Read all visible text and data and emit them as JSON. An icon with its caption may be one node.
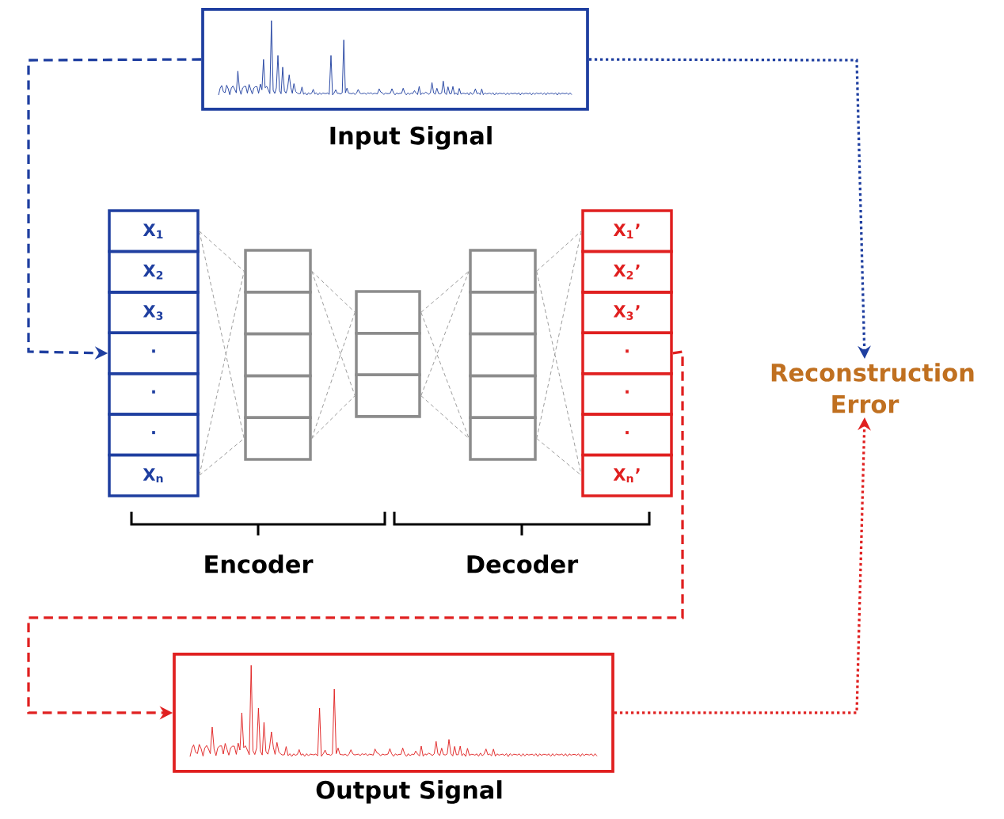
{
  "diagram": {
    "nodes": [
      {
        "text": [
          "Input Signal"
        ]
      },
      {
        "text": [
          "X$_{1}$"
        ]
      },
      {
        "text": [
          "X$_{2}$"
        ]
      },
      {
        "text": [
          "X$_{3}$"
        ]
      },
      {
        "text": [
          "·"
        ]
      },
      {
        "text": [
          "·"
        ]
      },
      {
        "text": [
          "·"
        ]
      },
      {
        "text": [
          "X$_{n}$"
        ]
      },
      {
        "text": [],
        "shape": "box"
      },
      {
        "text": [],
        "shape": "box"
      },
      {
        "text": [],
        "shape": "box"
      },
      {
        "text": [],
        "shape": "box"
      },
      {
        "text": [],
        "shape": "box"
      },
      {
        "text": [],
        "shape": "box"
      },
      {
        "text": [],
        "shape": "box"
      },
      {
        "text": [],
        "shape": "box"
      },
      {
        "text": [],
        "shape": "box"
      },
      {
        "text": [],
        "shape": "box"
      },
      {
        "text": [],
        "shape": "box"
      },
      {
        "text": [],
        "shape": "box"
      },
      {
        "text": [],
        "shape": "box"
      },
      {
        "text": [
          "X$_{1}$’"
        ]
      },
      {
        "text": [
          "X$_{2}$’"
        ]
      },
      {
        "text": [
          "X$_{3}$’"
        ]
      },
      {
        "text": [
          "·"
        ]
      },
      {
        "text": [
          "·"
        ]
      },
      {
        "text": [
          "·"
        ]
      },
      {
        "text": [
          "X$_{n}$’"
        ]
      },
      {
        "text": [
          "Reconstruction Error"
        ]
      },
      {
        "text": [
          "Output Signal"
        ]
      }
    ],
    "edges": [
      {
        "from": 0,
        "to": 4,
        "arrow": "to",
        "style": "dashed",
        "color": "#1f3fa0"
      },
      {
        "from": 0,
        "to": 28,
        "arrow": "to",
        "color": "#1f3fa0"
      },
      {
        "from": 24,
        "to": 29,
        "arrow": "to",
        "style": "dashed",
        "color": "#e02020"
      },
      {
        "from": 29,
        "to": 28,
        "arrow": "to",
        "color": "#e02020"
      },
      {
        "from": 1,
        "to": 8,
        "arrow": "none",
        "style": "dashed"
      },
      {
        "from": 1,
        "to": 12,
        "arrow": "none",
        "style": "dashed"
      },
      {
        "from": 7,
        "to": 8,
        "arrow": "none",
        "style": "dashed"
      },
      {
        "from": 7,
        "to": 12,
        "arrow": "none",
        "style": "dashed"
      },
      {
        "from": 8,
        "to": 13,
        "arrow": "none",
        "style": "dashed"
      },
      {
        "from": 8,
        "to": 15,
        "arrow": "none",
        "style": "dashed"
      },
      {
        "from": 12,
        "to": 13,
        "arrow": "none",
        "style": "dashed"
      },
      {
        "from": 12,
        "to": 15,
        "arrow": "none",
        "style": "dashed"
      },
      {
        "from": 13,
        "to": 16,
        "arrow": "none",
        "style": "dashed"
      },
      {
        "from": 13,
        "to": 20,
        "arrow": "none",
        "style": "dashed"
      },
      {
        "from": 15,
        "to": 16,
        "arrow": "none",
        "style": "dashed"
      },
      {
        "from": 15,
        "to": 20,
        "arrow": "none",
        "style": "dashed"
      },
      {
        "from": 16,
        "to": 21,
        "arrow": "none",
        "style": "dashed"
      },
      {
        "from": 16,
        "to": 27,
        "arrow": "none",
        "style": "dashed"
      },
      {
        "from": 20,
        "to": 21,
        "arrow": "none",
        "style": "dashed"
      },
      {
        "from": 20,
        "to": 27,
        "arrow": "none",
        "style": "dashed"
      }
    ],
    "labels": [
      "Encoder",
      "Decoder"
    ]
  }
}
